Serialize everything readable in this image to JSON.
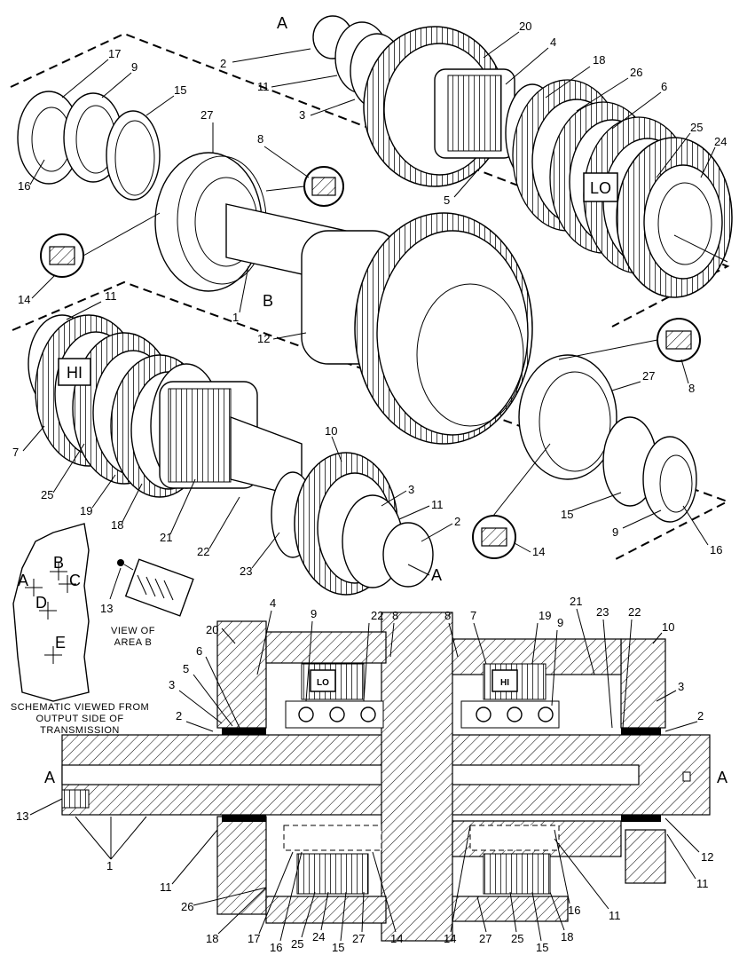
{
  "labels": {
    "sections": {
      "a": "A",
      "b": "B",
      "c": "C",
      "d": "D",
      "e": "E"
    },
    "clutch_lo": "LO",
    "clutch_hi": "HI",
    "view_caption": [
      "VIEW OF",
      "AREA B"
    ],
    "schematic_caption": [
      "SCHEMATIC VIEWED FROM",
      "OUTPUT SIDE OF",
      "TRANSMISSION"
    ]
  },
  "callouts": {
    "upper": [
      "A",
      "2",
      "20",
      "4",
      "11",
      "3",
      "18",
      "26",
      "6",
      "17",
      "9",
      "15",
      "27",
      "8",
      "16",
      "25",
      "24",
      "5",
      "14",
      "1",
      "B",
      "12"
    ],
    "middle": [
      "11",
      "8",
      "27",
      "7",
      "25",
      "19",
      "18",
      "21",
      "22",
      "10",
      "3",
      "11",
      "2",
      "23",
      "A",
      "15",
      "9",
      "16",
      "14",
      "13"
    ],
    "section_top": [
      "20",
      "4",
      "9",
      "22",
      "8",
      "8",
      "7",
      "19",
      "9",
      "21",
      "23",
      "22",
      "10",
      "6",
      "5",
      "3",
      "2",
      "3",
      "2"
    ],
    "section_side": [
      "A",
      "A",
      "13",
      "1",
      "11",
      "26",
      "12",
      "11",
      "11"
    ],
    "section_bottom": [
      "18",
      "17",
      "16",
      "25",
      "24",
      "15",
      "27",
      "14",
      "14",
      "27",
      "25",
      "15",
      "18",
      "16"
    ]
  }
}
